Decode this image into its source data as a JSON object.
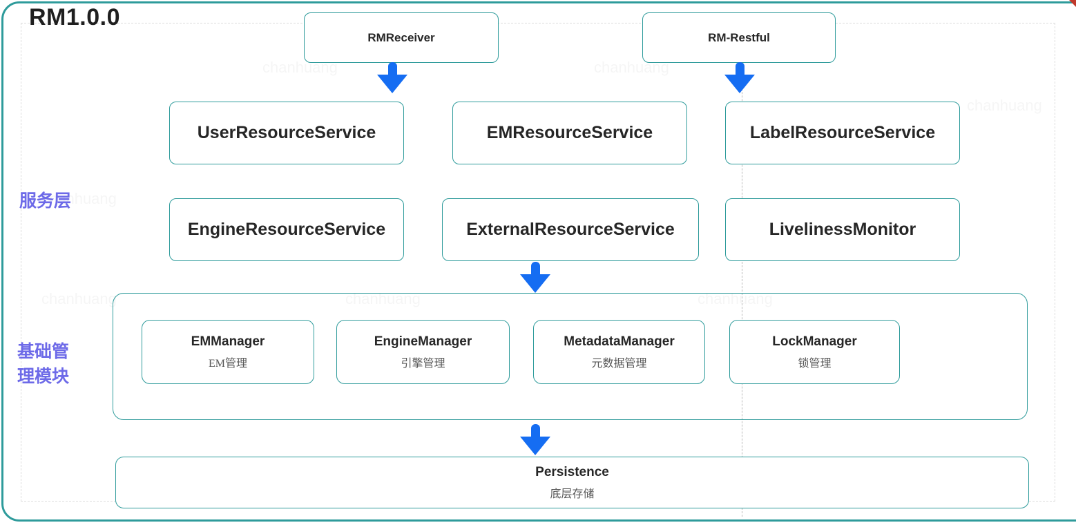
{
  "title": "RM1.0.0",
  "watermark": "chanhuang",
  "colors": {
    "box_border_teal": "#2e9b9b",
    "arrow_blue": "#156df2",
    "layer_label_purple": "#6d6ae8",
    "node_text": "#262626",
    "subtitle_gray": "#575757"
  },
  "layer_labels": {
    "service": "服务层",
    "base_line1": "基础管",
    "base_line2": "理模块"
  },
  "top_nodes": [
    {
      "name": "RMReceiver"
    },
    {
      "name": "RM-Restful"
    }
  ],
  "services": [
    {
      "name": "UserResourceService"
    },
    {
      "name": "EMResourceService"
    },
    {
      "name": "LabelResourceService"
    },
    {
      "name": "EngineResourceService"
    },
    {
      "name": "ExternalResourceService"
    },
    {
      "name": "LivelinessMonitor"
    }
  ],
  "managers": [
    {
      "name": "EMManager",
      "subtitle": "EM管理"
    },
    {
      "name": "EngineManager",
      "subtitle": "引擎管理"
    },
    {
      "name": "MetadataManager",
      "subtitle": "元数据管理"
    },
    {
      "name": "LockManager",
      "subtitle": "锁管理"
    }
  ],
  "persistence": {
    "name": "Persistence",
    "subtitle": "底层存储"
  }
}
